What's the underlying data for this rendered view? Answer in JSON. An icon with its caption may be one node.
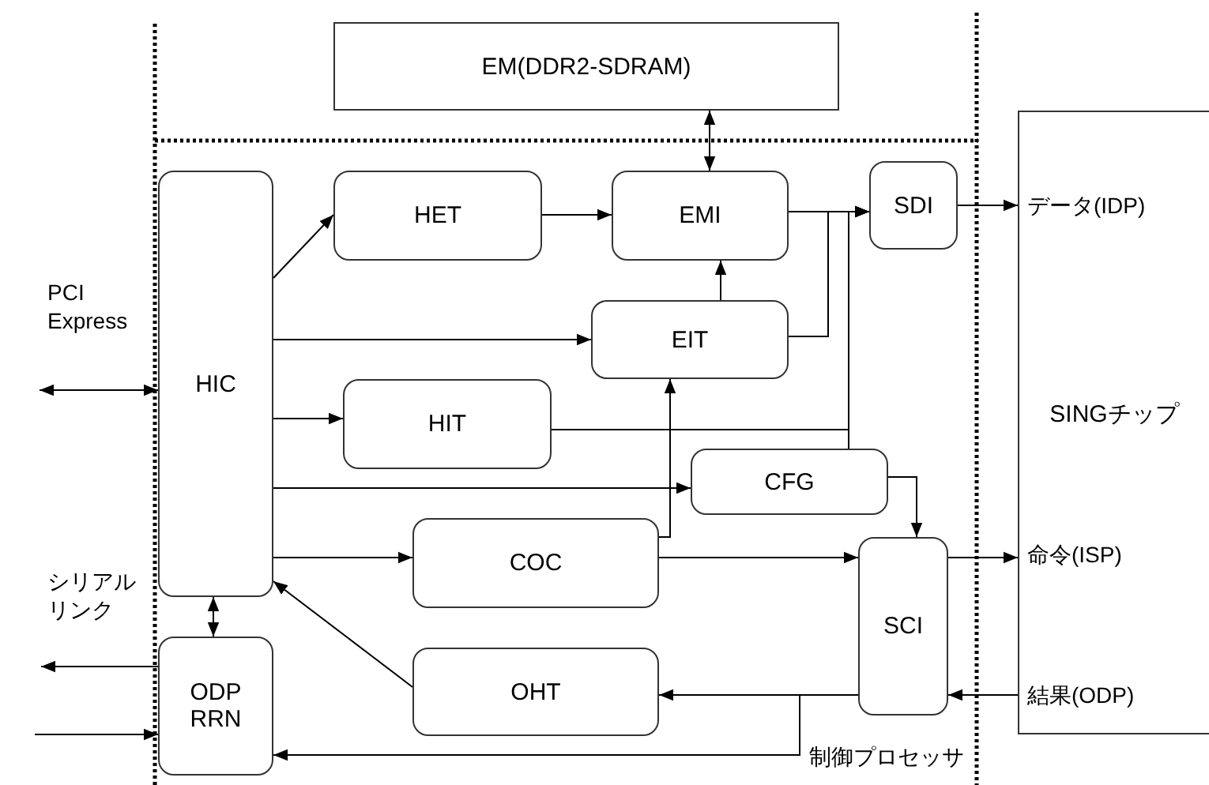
{
  "diagram": {
    "nodes": [
      {
        "text": [
          "EM(DDR2-SDRAM)"
        ]
      },
      {
        "text": [
          "HIC"
        ]
      },
      {
        "text": [
          "HET"
        ]
      },
      {
        "text": [
          "EMI"
        ]
      },
      {
        "text": [
          "SDI"
        ]
      },
      {
        "text": [
          "EIT"
        ]
      },
      {
        "text": [
          "HIT"
        ]
      },
      {
        "text": [
          "CFG"
        ]
      },
      {
        "text": [
          "COC"
        ]
      },
      {
        "text": [
          "SCI"
        ]
      },
      {
        "text": [
          "OHT"
        ]
      },
      {
        "text": [
          "ODP RRN"
        ]
      },
      {
        "text": [
          "SINGチップ"
        ]
      }
    ],
    "edges": [
      {
        "from": 0,
        "to": 3,
        "arrow": "both"
      },
      {
        "from": 1,
        "to": 2,
        "arrow": "to"
      },
      {
        "from": 2,
        "to": 3,
        "arrow": "to"
      },
      {
        "from": 3,
        "to": 4,
        "arrow": "to"
      },
      {
        "from": 5,
        "to": 4,
        "arrow": "to"
      },
      {
        "from": 6,
        "to": 4,
        "arrow": "to"
      },
      {
        "from": 7,
        "to": 4,
        "arrow": "to"
      },
      {
        "from": 5,
        "to": 3,
        "arrow": "to"
      },
      {
        "from": 1,
        "to": 5,
        "arrow": "to"
      },
      {
        "from": 1,
        "to": 6,
        "arrow": "to"
      },
      {
        "from": 1,
        "to": 7,
        "arrow": "to"
      },
      {
        "from": 1,
        "to": 8,
        "arrow": "to"
      },
      {
        "from": 8,
        "to": 5,
        "arrow": "to"
      },
      {
        "from": 8,
        "to": 9,
        "arrow": "to"
      },
      {
        "from": 7,
        "to": 9,
        "arrow": "to"
      },
      {
        "from": 9,
        "to": 12,
        "arrow": "to"
      },
      {
        "from": 12,
        "to": 9,
        "arrow": "to"
      },
      {
        "from": 4,
        "to": 12,
        "arrow": "to"
      },
      {
        "from": 9,
        "to": 10,
        "arrow": "to"
      },
      {
        "from": 9,
        "to": 11,
        "arrow": "to"
      },
      {
        "from": 10,
        "to": 1,
        "arrow": "to"
      },
      {
        "from": 1,
        "to": 11,
        "arrow": "both"
      },
      {
        "from": null,
        "to": 1,
        "arrow": "both"
      },
      {
        "from": 11,
        "to": null,
        "arrow": "to"
      },
      {
        "from": null,
        "to": 11,
        "arrow": "to"
      }
    ],
    "labels": [
      "PCI Express",
      "データ(IDP)",
      "シリアルリンク",
      "命令(ISP)",
      "結果(ODP)",
      "制御プロセッサ"
    ]
  }
}
